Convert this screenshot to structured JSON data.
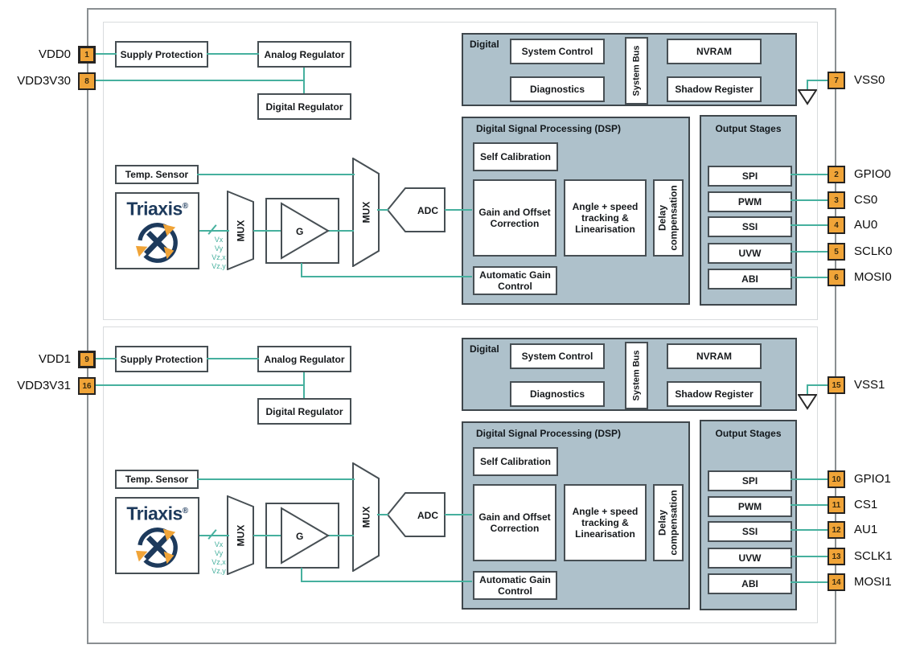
{
  "colors": {
    "wire": "#46b09e",
    "pin_fill": "#f0a438",
    "panel_fill": "#aec1cb",
    "brand_navy": "#1d3a5c"
  },
  "dies": [
    {
      "left_pins": [
        {
          "num": "1",
          "label": "VDD0"
        },
        {
          "num": "8",
          "label": "VDD3V30"
        }
      ],
      "vss_pin": {
        "num": "7",
        "label": "VSS0"
      },
      "right_pins": [
        {
          "num": "2",
          "label": "GPIO0"
        },
        {
          "num": "3",
          "label": "CS0"
        },
        {
          "num": "4",
          "label": "AU0"
        },
        {
          "num": "5",
          "label": "SCLK0"
        },
        {
          "num": "6",
          "label": "MOSI0"
        }
      ],
      "analog": {
        "supply_protection": "Supply Protection",
        "analog_regulator": "Analog Regulator",
        "digital_regulator": "Digital Regulator",
        "temp_sensor": "Temp. Sensor",
        "triaxis_brand": "Triaxis",
        "triaxis_reg": "®",
        "mux1": "MUX",
        "gain": "G",
        "mux2": "MUX",
        "adc": "ADC",
        "signals": [
          "Vx",
          "Vy",
          "Vz,x",
          "Vz,y"
        ]
      },
      "digital": {
        "title": "Digital",
        "system_control": "System Control",
        "diagnostics": "Diagnostics",
        "system_bus": "System Bus",
        "nvram": "NVRAM",
        "shadow_register": "Shadow Register"
      },
      "dsp": {
        "title": "Digital Signal Processing (DSP)",
        "self_calibration": "Self Calibration",
        "gain_offset": "Gain and Offset Correction",
        "angle_tracking": "Angle + speed tracking & Linearisation",
        "delay_compensation": "Delay compensation",
        "agc": "Automatic Gain Control"
      },
      "output": {
        "title": "Output Stages",
        "stages": [
          "SPI",
          "PWM",
          "SSI",
          "UVW",
          "ABI"
        ]
      }
    },
    {
      "left_pins": [
        {
          "num": "9",
          "label": "VDD1"
        },
        {
          "num": "16",
          "label": "VDD3V31"
        }
      ],
      "vss_pin": {
        "num": "15",
        "label": "VSS1"
      },
      "right_pins": [
        {
          "num": "10",
          "label": "GPIO1"
        },
        {
          "num": "11",
          "label": "CS1"
        },
        {
          "num": "12",
          "label": "AU1"
        },
        {
          "num": "13",
          "label": "SCLK1"
        },
        {
          "num": "14",
          "label": "MOSI1"
        }
      ],
      "analog": {
        "supply_protection": "Supply Protection",
        "analog_regulator": "Analog Regulator",
        "digital_regulator": "Digital Regulator",
        "temp_sensor": "Temp. Sensor",
        "triaxis_brand": "Triaxis",
        "triaxis_reg": "®",
        "mux1": "MUX",
        "gain": "G",
        "mux2": "MUX",
        "adc": "ADC",
        "signals": [
          "Vx",
          "Vy",
          "Vz,x",
          "Vz,y"
        ]
      },
      "digital": {
        "title": "Digital",
        "system_control": "System Control",
        "diagnostics": "Diagnostics",
        "system_bus": "System Bus",
        "nvram": "NVRAM",
        "shadow_register": "Shadow Register"
      },
      "dsp": {
        "title": "Digital Signal Processing (DSP)",
        "self_calibration": "Self Calibration",
        "gain_offset": "Gain and Offset Correction",
        "angle_tracking": "Angle + speed tracking & Linearisation",
        "delay_compensation": "Delay compensation",
        "agc": "Automatic Gain Control"
      },
      "output": {
        "title": "Output Stages",
        "stages": [
          "SPI",
          "PWM",
          "SSI",
          "UVW",
          "ABI"
        ]
      }
    }
  ]
}
